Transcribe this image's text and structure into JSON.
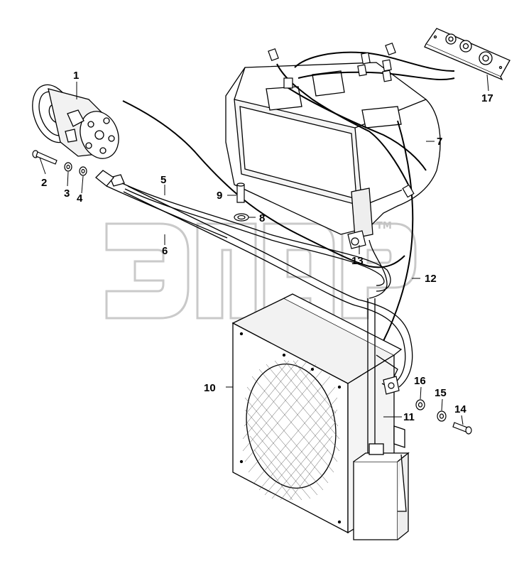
{
  "diagram": {
    "watermark": {
      "text": "ЭПАР",
      "tm": "TM"
    },
    "callouts": [
      {
        "id": "c1",
        "label": "1"
      },
      {
        "id": "c2",
        "label": "2"
      },
      {
        "id": "c3",
        "label": "3"
      },
      {
        "id": "c4",
        "label": "4"
      },
      {
        "id": "c5",
        "label": "5"
      },
      {
        "id": "c6",
        "label": "6"
      },
      {
        "id": "c7",
        "label": "7"
      },
      {
        "id": "c8",
        "label": "8"
      },
      {
        "id": "c9",
        "label": "9"
      },
      {
        "id": "c10",
        "label": "10"
      },
      {
        "id": "c11",
        "label": "11"
      },
      {
        "id": "c12",
        "label": "12"
      },
      {
        "id": "c13",
        "label": "13"
      },
      {
        "id": "c14",
        "label": "14"
      },
      {
        "id": "c15",
        "label": "15"
      },
      {
        "id": "c16",
        "label": "16"
      },
      {
        "id": "c17",
        "label": "17"
      }
    ],
    "colors": {
      "line": "#000000",
      "watermark": "#bdbdbd",
      "part_fill": "#ffffff",
      "shade": "#e6e6e6"
    }
  }
}
